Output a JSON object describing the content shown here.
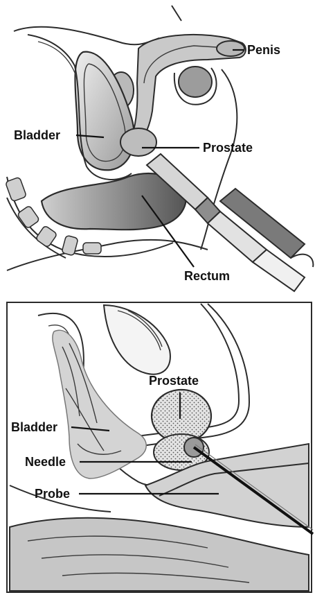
{
  "top_panel": {
    "labels": {
      "penis": "Penis",
      "bladder": "Bladder",
      "prostate": "Prostate",
      "rectum": "Rectum"
    }
  },
  "bottom_panel": {
    "labels": {
      "prostate": "Prostate",
      "bladder": "Bladder",
      "needle": "Needle",
      "probe": "Probe"
    }
  },
  "colors": {
    "ink": "#2b2b2b",
    "tissue_light": "#d9d9d9",
    "tissue_mid": "#a9a9a9",
    "tissue_dark": "#6f6f6f",
    "background": "#ffffff"
  }
}
